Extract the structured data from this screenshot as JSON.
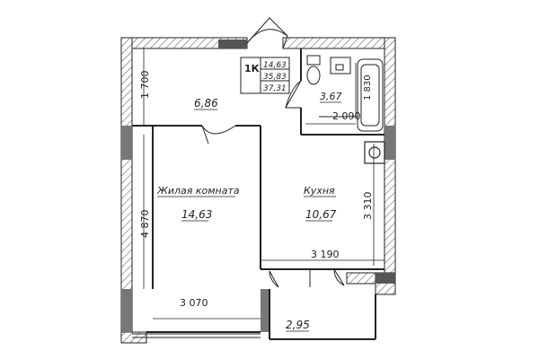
{
  "unit_badge": {
    "type": "1К",
    "areas": [
      "14,63",
      "35,83",
      "37,31"
    ]
  },
  "rooms": {
    "hall_area": "6,86",
    "living_name": "Жилая комната",
    "living_area": "14,63",
    "kitchen_name": "Кухня",
    "kitchen_area": "10,67",
    "bath_area": "3,67",
    "balcony_area": "2,95"
  },
  "dimensions": {
    "hall_height": "1 700",
    "bath_width": "2 090",
    "bath_height": "1 830",
    "kitchen_height": "3 310",
    "kitchen_width": "3 190",
    "living_height": "4 870",
    "living_width": "3 070"
  }
}
